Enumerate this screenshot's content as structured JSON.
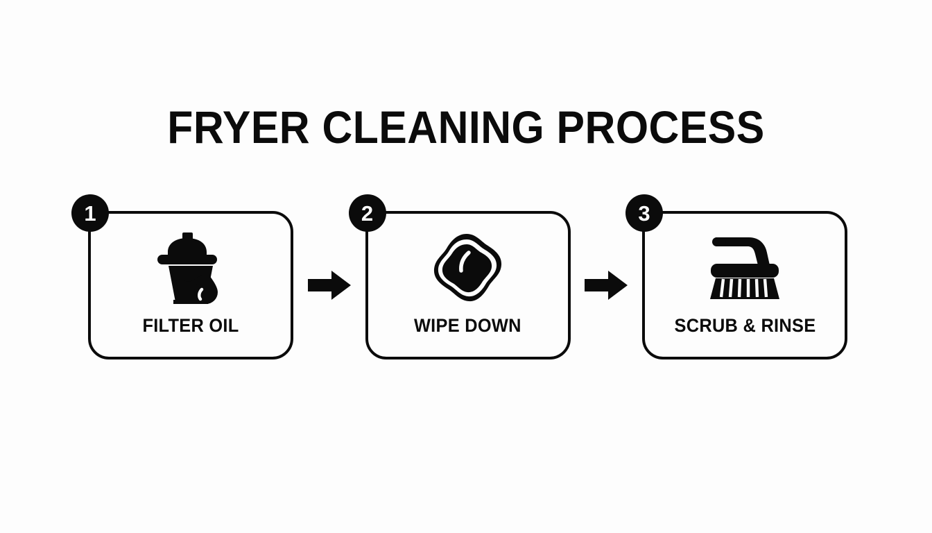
{
  "page": {
    "title": "FRYER CLEANING PROCESS",
    "background_color": "#fdfdfd",
    "ink_color": "#0b0b0b",
    "badge_text_color": "#ffffff"
  },
  "flow": {
    "connector_icon": "arrow-right-icon",
    "steps": [
      {
        "number": "1",
        "label": "FILTER OIL",
        "icon": "oil-pot-with-droplet-icon"
      },
      {
        "number": "2",
        "label": "WIPE DOWN",
        "icon": "sponge-icon"
      },
      {
        "number": "3",
        "label": "SCRUB & RINSE",
        "icon": "scrub-brush-icon"
      }
    ]
  }
}
